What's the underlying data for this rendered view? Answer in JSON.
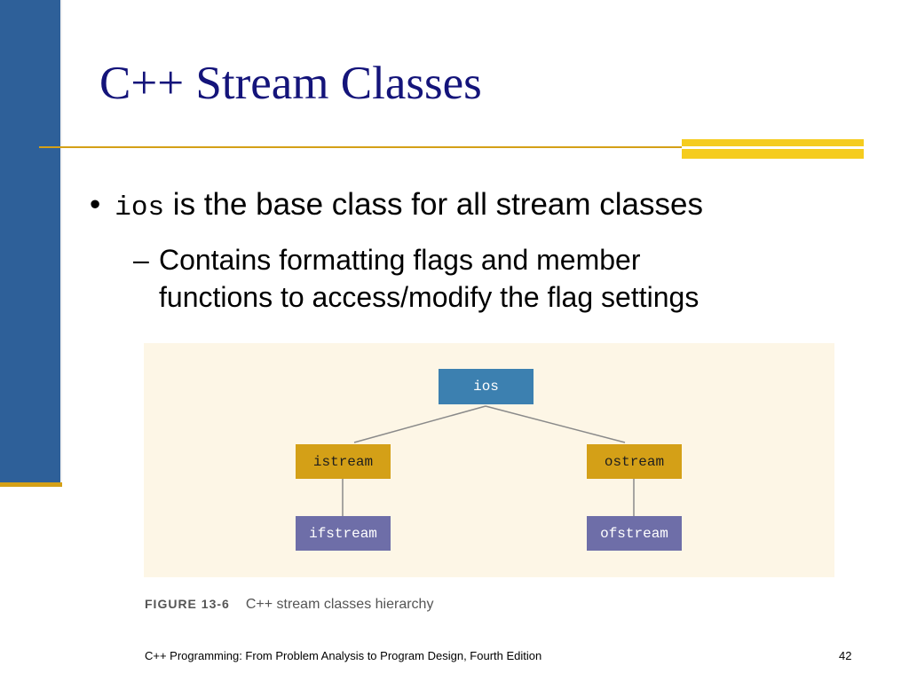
{
  "slide": {
    "title": "C++ Stream Classes",
    "bullet": {
      "code": "ios",
      "text": " is the base class for all stream classes"
    },
    "sub_bullet": {
      "dash": "–",
      "line1": "Contains formatting flags and member",
      "line2": "functions to access/modify the flag settings"
    },
    "figure": {
      "nodes": {
        "root": "ios",
        "left": "istream",
        "right": "ostream",
        "left_child": "ifstream",
        "right_child": "ofstream"
      },
      "caption_label": "FIGURE 13-6",
      "caption_text": "C++ stream classes hierarchy"
    },
    "footer": "C++ Programming: From Problem Analysis to Program Design, Fourth Edition",
    "page_number": "42"
  },
  "colors": {
    "sidebar": "#2e6099",
    "accent_gold": "#d4a017",
    "title_navy": "#14147a",
    "node_blue": "#3c80b0",
    "node_purple": "#6e6ea8",
    "panel_cream": "#fdf6e6"
  }
}
